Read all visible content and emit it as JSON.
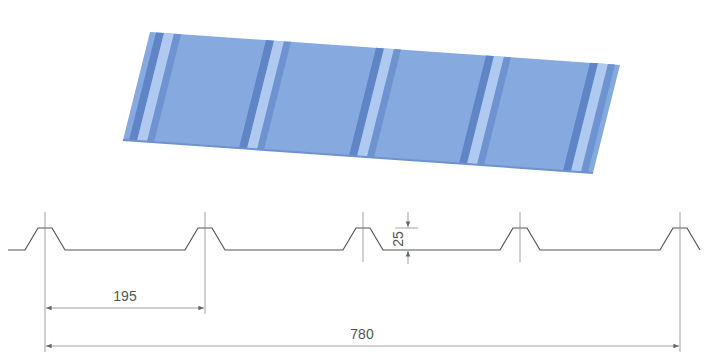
{
  "diagram": {
    "labels": [
      "195",
      "25",
      "780"
    ]
  }
}
